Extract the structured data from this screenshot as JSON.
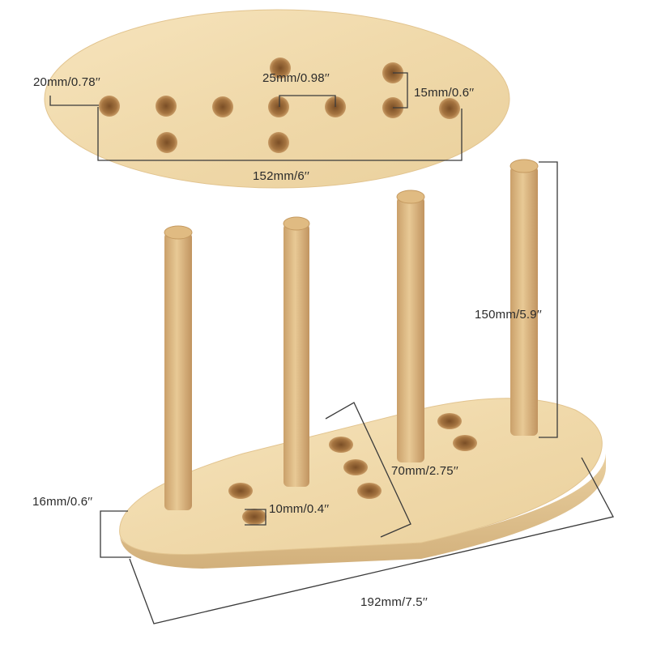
{
  "dimensions": {
    "top_hole_diameter": "20mm/0.78′′",
    "hole_spacing": "25mm/0.98′′",
    "small_hole": "15mm/0.6′′",
    "top_length": "152mm/6′′",
    "peg_height": "150mm/5.9′′",
    "base_width": "70mm/2.75′′",
    "base_hole": "10mm/0.4′′",
    "base_thickness": "16mm/0.6′′",
    "base_length": "192mm/7.5′′"
  },
  "colors": {
    "wood_light": "#f1dcb0",
    "wood_mid": "#e6c994",
    "wood_dark": "#c9a26a",
    "hole": "#9a6a3a",
    "line": "#3a3a3a"
  }
}
